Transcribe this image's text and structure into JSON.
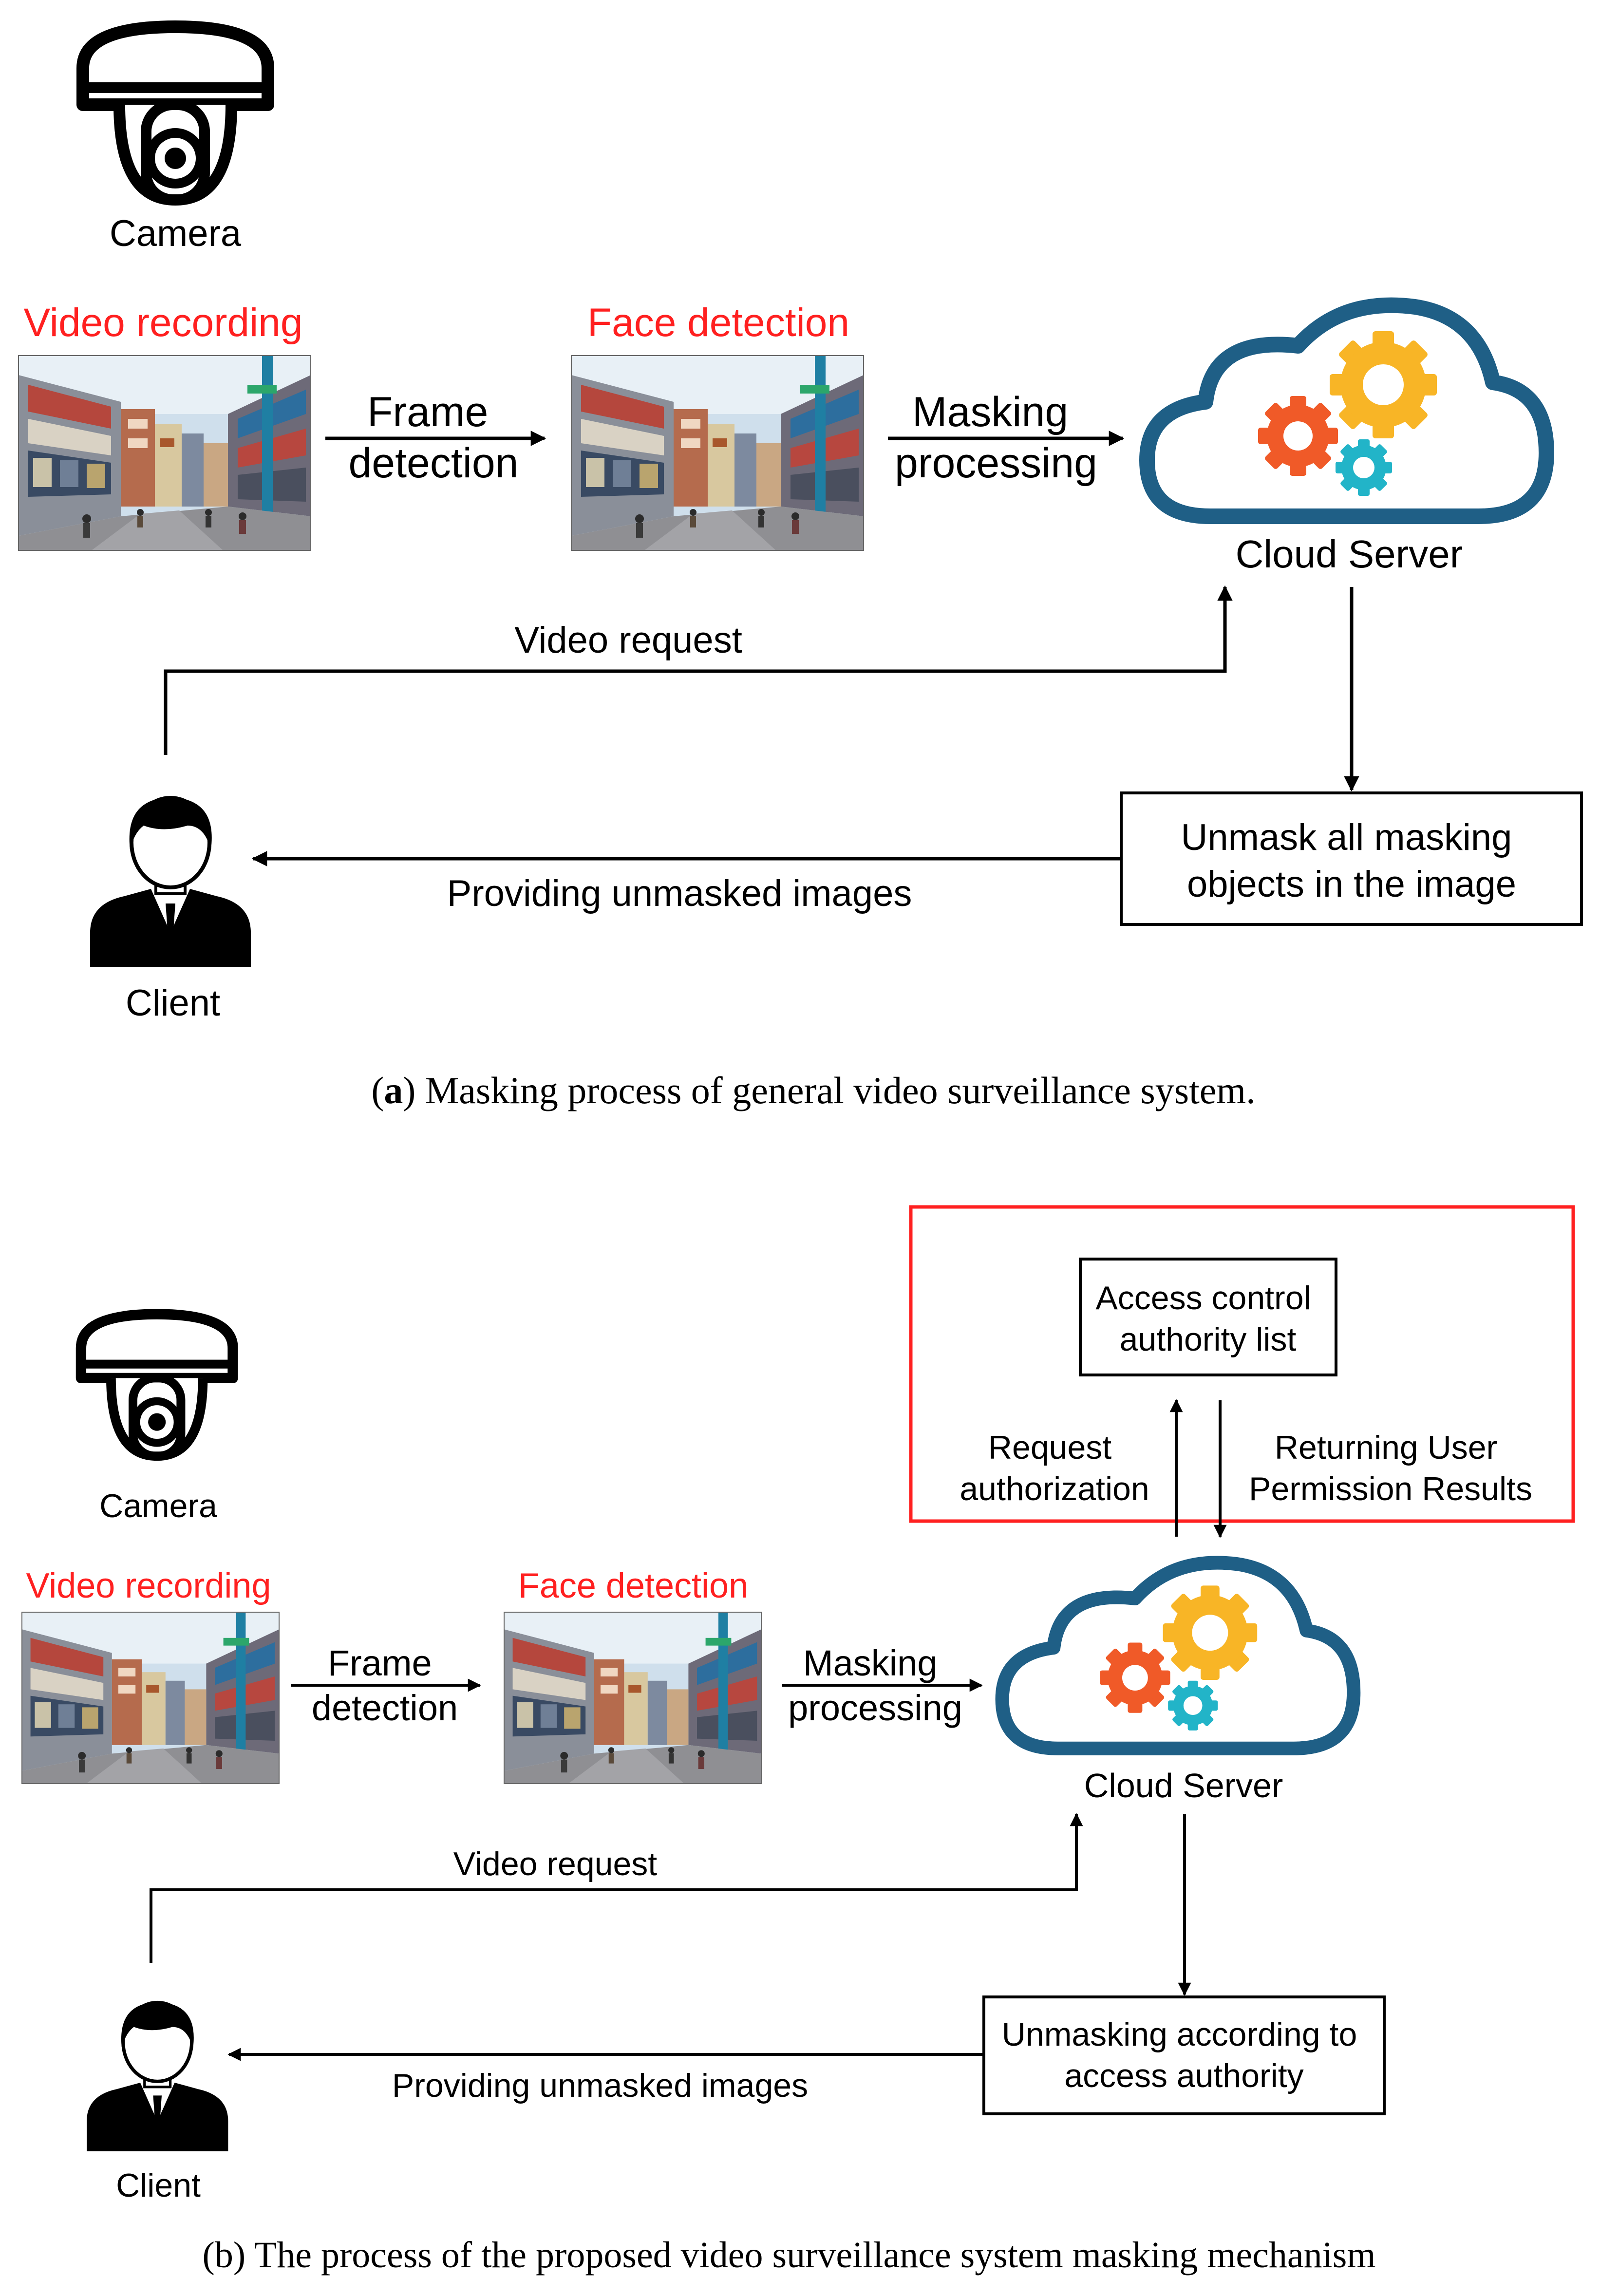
{
  "colors": {
    "highlight_red": "#ff2020",
    "line": "#000000",
    "cloud_outline": "#1f5f86",
    "gear_orange": "#f05a28",
    "gear_yellow": "#f8b526",
    "gear_teal": "#22b4c8"
  },
  "icons": [
    "camera-icon",
    "client-icon",
    "cloud-server-icon",
    "street-image"
  ],
  "panel_a": {
    "camera_label": "Camera",
    "video_recording": "Video recording",
    "face_detection": "Face detection",
    "frame_detection": [
      "Frame",
      "detection"
    ],
    "masking_processing": [
      "Masking",
      "processing"
    ],
    "cloud_server": "Cloud Server",
    "video_request": "Video request",
    "unmask_box": [
      "Unmask all masking",
      "objects in the image"
    ],
    "providing": "Providing unmasked images",
    "client": "Client",
    "caption_letter": "a",
    "caption_text": "Masking process of general video surveillance system."
  },
  "panel_b": {
    "access_box": [
      "Access control",
      "authority list"
    ],
    "request_authorization": [
      "Request",
      "authorization"
    ],
    "returning": [
      "Returning User",
      "Permission Results"
    ],
    "camera_label": "Camera",
    "video_recording": "Video recording",
    "face_detection": "Face detection",
    "frame_detection": [
      "Frame",
      "detection"
    ],
    "masking_processing": [
      "Masking",
      "processing"
    ],
    "cloud_server": "Cloud Server",
    "video_request": "Video request",
    "unmask_box": [
      "Unmasking according to",
      "access authority"
    ],
    "providing": "Providing unmasked images",
    "client": "Client",
    "caption": "(b) The process of the proposed video surveillance system masking mechanism"
  }
}
